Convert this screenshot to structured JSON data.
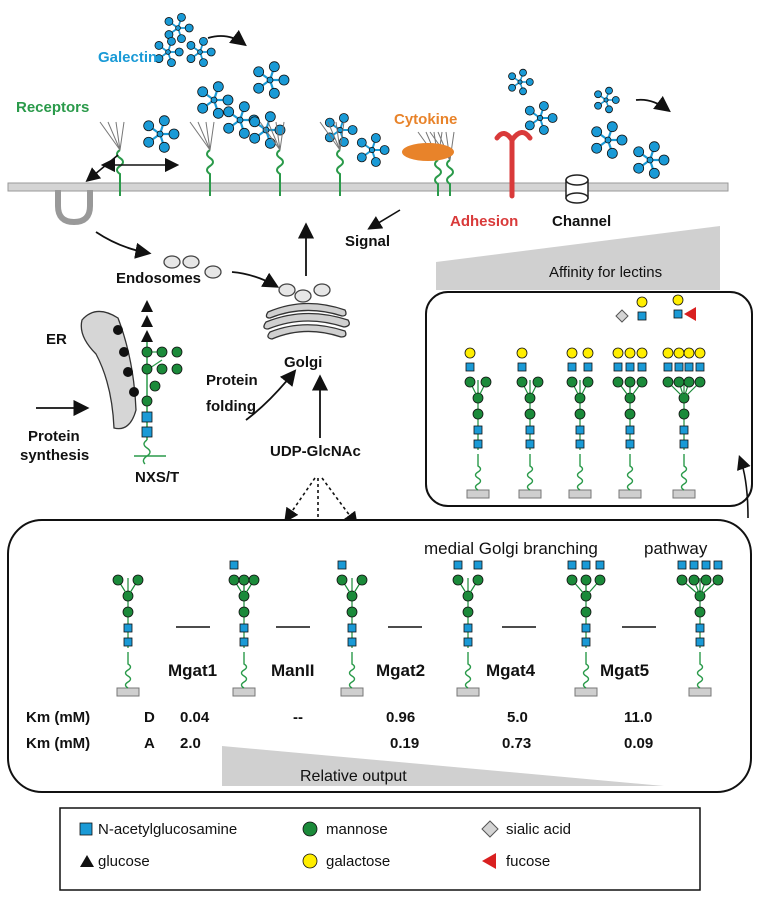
{
  "top": {
    "galectin": "Galectin",
    "receptors": "Receptors",
    "cytokine": "Cytokine",
    "adhesion": "Adhesion",
    "channel": "Channel",
    "signal": "Signal",
    "endosomes": "Endosomes",
    "affinity": "Affinity for lectins"
  },
  "cell": {
    "er": "ER",
    "protein_synthesis_1": "Protein",
    "protein_synthesis_2": "synthesis",
    "nxst": "NXS/T",
    "protein_folding_1": "Protein",
    "protein_folding_2": "folding",
    "golgi": "Golgi",
    "udp": "UDP-GlcNAc"
  },
  "pathway": {
    "title_1": "medial Golgi branching",
    "title_2": "pathway",
    "enzymes": [
      "Mgat1",
      "ManII",
      "Mgat2",
      "Mgat4",
      "Mgat5"
    ],
    "km_label": "Km (mM)",
    "km_rows": [
      {
        "label": "D",
        "values": [
          "0.04",
          "--",
          "0.96",
          "5.0",
          "11.0"
        ]
      },
      {
        "label": "A",
        "values": [
          "2.0",
          "",
          "0.19",
          "0.73",
          "0.09"
        ]
      }
    ],
    "relative_output": "Relative output"
  },
  "legend": {
    "glcnac": "N-acetylglucosamine",
    "mannose": "mannose",
    "sialic": "sialic acid",
    "glucose": "glucose",
    "galactose": "galactose",
    "fucose": "fucose"
  },
  "colors": {
    "glcnac": "#1a9ad6",
    "mannose": "#1b8a3a",
    "galactose": "#ffee00",
    "galectin": "#1a9ad6",
    "receptors": "#2a9a4a",
    "cytokine": "#e8832a",
    "adhesion": "#d93a3a",
    "fucose": "#d92020"
  }
}
